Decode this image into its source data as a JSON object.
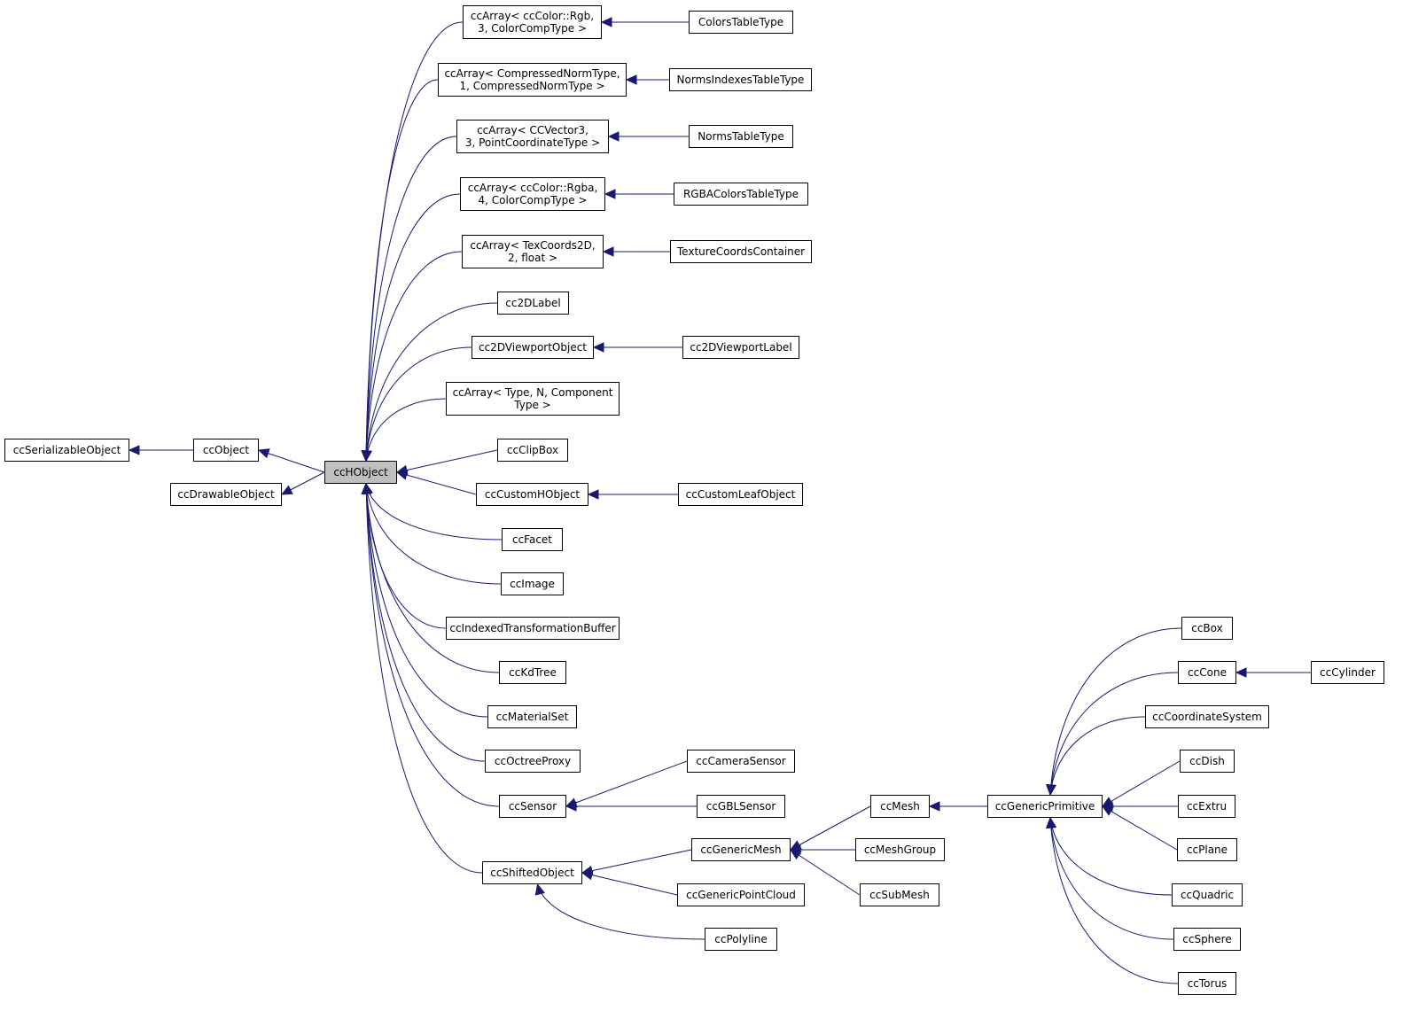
{
  "colors": {
    "edge": "#191970",
    "focus_fill": "#bfbfbf",
    "node_border": "#000000"
  },
  "focus_node": "ccHObject",
  "nodes": [
    {
      "id": "ccSerializableObject",
      "lines": [
        "ccSerializableObject"
      ]
    },
    {
      "id": "ccObject",
      "lines": [
        "ccObject"
      ]
    },
    {
      "id": "ccDrawableObject",
      "lines": [
        "ccDrawableObject"
      ]
    },
    {
      "id": "ccHObject",
      "lines": [
        "ccHObject"
      ]
    },
    {
      "id": "arr_rgb",
      "lines": [
        "ccArray< ccColor::Rgb,",
        "3, ColorCompType >"
      ]
    },
    {
      "id": "ColorsTableType",
      "lines": [
        "ColorsTableType"
      ]
    },
    {
      "id": "arr_norm",
      "lines": [
        "ccArray< CompressedNormType,",
        "1, CompressedNormType >"
      ]
    },
    {
      "id": "NormsIndexesTableType",
      "lines": [
        "NormsIndexesTableType"
      ]
    },
    {
      "id": "arr_vec",
      "lines": [
        "ccArray< CCVector3,",
        "3, PointCoordinateType >"
      ]
    },
    {
      "id": "NormsTableType",
      "lines": [
        "NormsTableType"
      ]
    },
    {
      "id": "arr_rgba",
      "lines": [
        "ccArray< ccColor::Rgba,",
        "4, ColorCompType >"
      ]
    },
    {
      "id": "RGBAColorsTableType",
      "lines": [
        "RGBAColorsTableType"
      ]
    },
    {
      "id": "arr_tex",
      "lines": [
        "ccArray< TexCoords2D,",
        "2, float >"
      ]
    },
    {
      "id": "TextureCoordsContainer",
      "lines": [
        "TextureCoordsContainer"
      ]
    },
    {
      "id": "cc2DLabel",
      "lines": [
        "cc2DLabel"
      ]
    },
    {
      "id": "cc2DViewportObject",
      "lines": [
        "cc2DViewportObject"
      ]
    },
    {
      "id": "cc2DViewportLabel",
      "lines": [
        "cc2DViewportLabel"
      ]
    },
    {
      "id": "arr_type",
      "lines": [
        "ccArray< Type, N, Component",
        "Type >"
      ]
    },
    {
      "id": "ccClipBox",
      "lines": [
        "ccClipBox"
      ]
    },
    {
      "id": "ccCustomHObject",
      "lines": [
        "ccCustomHObject"
      ]
    },
    {
      "id": "ccCustomLeafObject",
      "lines": [
        "ccCustomLeafObject"
      ]
    },
    {
      "id": "ccFacet",
      "lines": [
        "ccFacet"
      ]
    },
    {
      "id": "ccImage",
      "lines": [
        "ccImage"
      ]
    },
    {
      "id": "ccIndexedTransformationBuffer",
      "lines": [
        "ccIndexedTransformationBuffer"
      ]
    },
    {
      "id": "ccKdTree",
      "lines": [
        "ccKdTree"
      ]
    },
    {
      "id": "ccMaterialSet",
      "lines": [
        "ccMaterialSet"
      ]
    },
    {
      "id": "ccOctreeProxy",
      "lines": [
        "ccOctreeProxy"
      ]
    },
    {
      "id": "ccSensor",
      "lines": [
        "ccSensor"
      ]
    },
    {
      "id": "ccCameraSensor",
      "lines": [
        "ccCameraSensor"
      ]
    },
    {
      "id": "ccGBLSensor",
      "lines": [
        "ccGBLSensor"
      ]
    },
    {
      "id": "ccShiftedObject",
      "lines": [
        "ccShiftedObject"
      ]
    },
    {
      "id": "ccGenericMesh",
      "lines": [
        "ccGenericMesh"
      ]
    },
    {
      "id": "ccGenericPointCloud",
      "lines": [
        "ccGenericPointCloud"
      ]
    },
    {
      "id": "ccPolyline",
      "lines": [
        "ccPolyline"
      ]
    },
    {
      "id": "ccMesh",
      "lines": [
        "ccMesh"
      ]
    },
    {
      "id": "ccMeshGroup",
      "lines": [
        "ccMeshGroup"
      ]
    },
    {
      "id": "ccSubMesh",
      "lines": [
        "ccSubMesh"
      ]
    },
    {
      "id": "ccGenericPrimitive",
      "lines": [
        "ccGenericPrimitive"
      ]
    },
    {
      "id": "ccBox",
      "lines": [
        "ccBox"
      ]
    },
    {
      "id": "ccCone",
      "lines": [
        "ccCone"
      ]
    },
    {
      "id": "ccCylinder",
      "lines": [
        "ccCylinder"
      ]
    },
    {
      "id": "ccCoordinateSystem",
      "lines": [
        "ccCoordinateSystem"
      ]
    },
    {
      "id": "ccDish",
      "lines": [
        "ccDish"
      ]
    },
    {
      "id": "ccExtru",
      "lines": [
        "ccExtru"
      ]
    },
    {
      "id": "ccPlane",
      "lines": [
        "ccPlane"
      ]
    },
    {
      "id": "ccQuadric",
      "lines": [
        "ccQuadric"
      ]
    },
    {
      "id": "ccSphere",
      "lines": [
        "ccSphere"
      ]
    },
    {
      "id": "ccTorus",
      "lines": [
        "ccTorus"
      ]
    }
  ],
  "edges": [
    [
      "ccObject",
      "ccSerializableObject"
    ],
    [
      "ccHObject",
      "ccObject"
    ],
    [
      "ccHObject",
      "ccDrawableObject"
    ],
    [
      "arr_rgb",
      "ccHObject"
    ],
    [
      "arr_norm",
      "ccHObject"
    ],
    [
      "arr_vec",
      "ccHObject"
    ],
    [
      "arr_rgba",
      "ccHObject"
    ],
    [
      "arr_tex",
      "ccHObject"
    ],
    [
      "cc2DLabel",
      "ccHObject"
    ],
    [
      "cc2DViewportObject",
      "ccHObject"
    ],
    [
      "arr_type",
      "ccHObject"
    ],
    [
      "ccClipBox",
      "ccHObject"
    ],
    [
      "ccCustomHObject",
      "ccHObject"
    ],
    [
      "ccFacet",
      "ccHObject"
    ],
    [
      "ccImage",
      "ccHObject"
    ],
    [
      "ccIndexedTransformationBuffer",
      "ccHObject"
    ],
    [
      "ccKdTree",
      "ccHObject"
    ],
    [
      "ccMaterialSet",
      "ccHObject"
    ],
    [
      "ccOctreeProxy",
      "ccHObject"
    ],
    [
      "ccSensor",
      "ccHObject"
    ],
    [
      "ccShiftedObject",
      "ccHObject"
    ],
    [
      "ColorsTableType",
      "arr_rgb"
    ],
    [
      "NormsIndexesTableType",
      "arr_norm"
    ],
    [
      "NormsTableType",
      "arr_vec"
    ],
    [
      "RGBAColorsTableType",
      "arr_rgba"
    ],
    [
      "TextureCoordsContainer",
      "arr_tex"
    ],
    [
      "cc2DViewportLabel",
      "cc2DViewportObject"
    ],
    [
      "ccCustomLeafObject",
      "ccCustomHObject"
    ],
    [
      "ccCameraSensor",
      "ccSensor"
    ],
    [
      "ccGBLSensor",
      "ccSensor"
    ],
    [
      "ccGenericMesh",
      "ccShiftedObject"
    ],
    [
      "ccGenericPointCloud",
      "ccShiftedObject"
    ],
    [
      "ccPolyline",
      "ccShiftedObject"
    ],
    [
      "ccMesh",
      "ccGenericMesh"
    ],
    [
      "ccMeshGroup",
      "ccGenericMesh"
    ],
    [
      "ccSubMesh",
      "ccGenericMesh"
    ],
    [
      "ccGenericPrimitive",
      "ccMesh"
    ],
    [
      "ccBox",
      "ccGenericPrimitive"
    ],
    [
      "ccCone",
      "ccGenericPrimitive"
    ],
    [
      "ccCoordinateSystem",
      "ccGenericPrimitive"
    ],
    [
      "ccDish",
      "ccGenericPrimitive"
    ],
    [
      "ccExtru",
      "ccGenericPrimitive"
    ],
    [
      "ccPlane",
      "ccGenericPrimitive"
    ],
    [
      "ccQuadric",
      "ccGenericPrimitive"
    ],
    [
      "ccSphere",
      "ccGenericPrimitive"
    ],
    [
      "ccTorus",
      "ccGenericPrimitive"
    ],
    [
      "ccCylinder",
      "ccCone"
    ]
  ]
}
